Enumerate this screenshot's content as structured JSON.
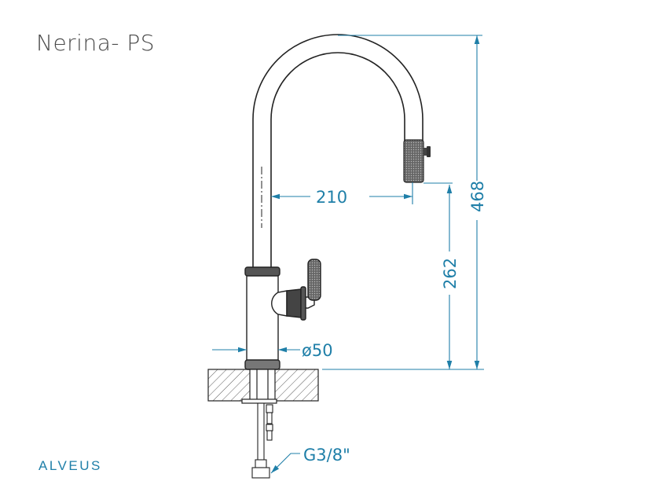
{
  "title": "Nerina- PS",
  "brand": "ALVEUS",
  "dimensions": {
    "reach": "210",
    "spout_height": "262",
    "total_height": "468",
    "diameter": "ø50",
    "connection": "G3/8\""
  },
  "colors": {
    "dimension": "#1f7fa8",
    "outline": "#222222",
    "metal_dark": "#555555",
    "title": "#4a4a4a"
  }
}
